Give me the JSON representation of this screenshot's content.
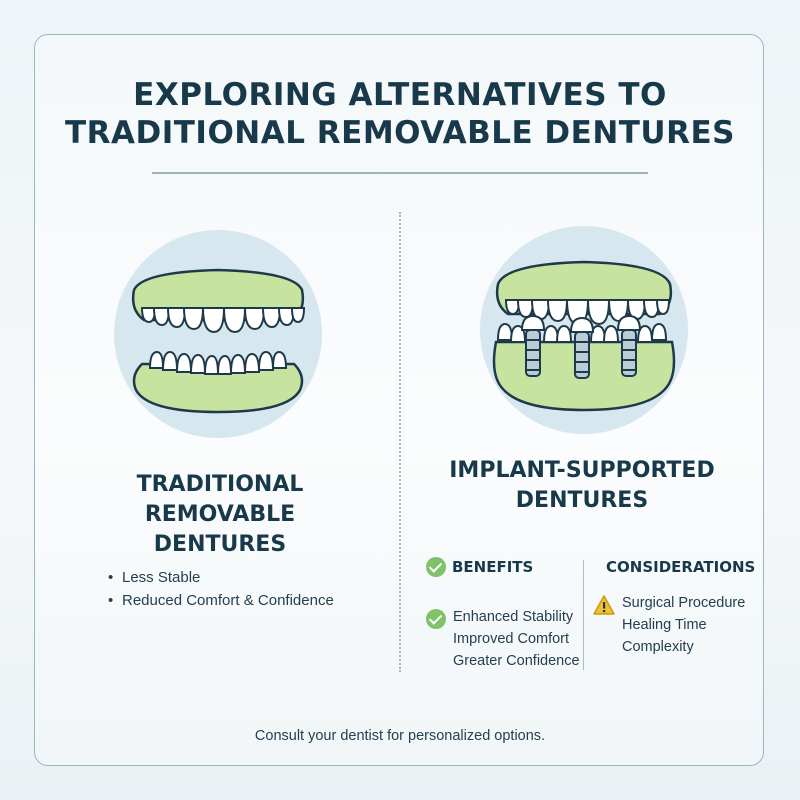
{
  "title": {
    "line1": "EXPLORING ALTERNATIVES TO",
    "line2": "TRADITIONAL REMOVABLE DENTURES"
  },
  "left": {
    "title_line1": "TRADITIONAL REMOVABLE",
    "title_line2": "DENTURES",
    "bullets": [
      "Less Stable",
      "Reduced Comfort & Confidence"
    ]
  },
  "right": {
    "title_line1": "IMPLANT-SUPPORTED",
    "title_line2": "DENTURES",
    "benefits_heading": "BENEFITS",
    "benefits": [
      "Enhanced Stability",
      "Improved Comfort",
      "Greater Confidence"
    ],
    "considerations_heading": "CONSIDERATIONS",
    "considerations": [
      "Surgical Procedure",
      "Healing Time",
      "Complexity"
    ]
  },
  "footer": "Consult your dentist for personalized options.",
  "colors": {
    "title": "#17394a",
    "gum": "#c6e3a0",
    "circle": "#d6e7ef",
    "check": "#7fc26a",
    "warning": "#f2c02e"
  },
  "icons": [
    "check-circle-icon",
    "warning-icon",
    "dentures-illustration",
    "implant-dentures-illustration"
  ]
}
